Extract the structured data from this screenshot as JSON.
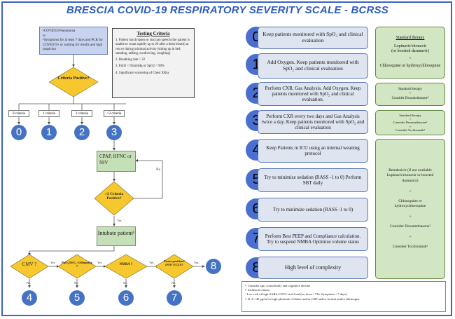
{
  "title": "BRESCIA COVID-19 RESPIRATORY SEVERITY SCALE - BCRSS",
  "covid_box": {
    "line1": "•COVID19 Pneumonia",
    "line2": "or",
    "line3": "•Symptoms for at least 7 days and PCR for COVID19+ or waiting for results and high suspicion"
  },
  "testing_criteria": {
    "heading": "Testing Criteria",
    "items": [
      "1. Patient has dyspnea or staccato speech (the patient is unable to count rapidly up to 20 after a deep breath) at rest or during minimal activity (sitting up in bed, standing, talking, swallowing, coughing)",
      "2. Breathing rate > 22",
      "3. PaO2 < 65mmHg or SpO2 < 90%",
      "4. Significant worsening of Chest XRay"
    ]
  },
  "criteria_diamond": "Criteria Positive?",
  "criteria_counts": [
    "0 criteria",
    "1 criteria",
    "2 criteria",
    ">2 criteria"
  ],
  "cpap_box": "CPAP, HFNC or NIV",
  "no_label": "No",
  "yes_label": "Yes",
  "criteria2_diamond": ">2 Criteria Positive?",
  "intubate_box": "Intubate patient¹",
  "bottom_diamonds": [
    "CMV ?",
    "PaO₂/FiO₂ >150mmHg ?",
    "NMBA ?",
    "Prone position? iNO? ECLS?"
  ],
  "step_boxes": [
    "Keep patients monitored with SpO₂ and clinical evaluation",
    "Add Oxygen. Keep patients monitored with SpO₂ and clinical evaluation",
    "Perform CXR, Gas Analysis. Add Oxygen. Keep patients monitored with SpO₂ and clinical evaluation.",
    "Perform CXR every two days and Gas Analysis twice a day. Keep patients monitored with SpO₂ and clinical evaluation",
    "Keep Patients in ICU using an internal weaning protocol",
    "Try to minimize sedation (RASS -1 to 0) Perform SBT daily",
    "Try to minimize sedation (RASS -1 to 0)",
    "Perform Best PEEP and Compliance calculation. Try to suspend NMBA Optimize volume status",
    "High level of complexity"
  ],
  "therapy": {
    "group1": [
      "Standard therapy",
      "Lopinavir/ritonavir",
      "(or boosted darunavir)",
      "+",
      "Chloroquine or hydroxychloroquine"
    ],
    "group2": [
      "Standard therapy",
      "+",
      "Consider Dexamethasone²"
    ],
    "group3": [
      "Standard therapy",
      "+",
      "Consider Dexamethasone²",
      "+",
      "Consider Tocilizumab³"
    ],
    "group4": [
      "Remdesivir (if not available Lopinavir/ritonavir or boosted darunavir)",
      "+",
      "Chloroquine or hydroxychloroquine",
      "+",
      "Consider Dexamethasone²",
      "+",
      "Consider Tocilizumab³"
    ]
  },
  "notes": [
    "¹: Consider age, comorbidity and cognitive decline",
    "²: Inclusion criteria",
    "- Low risk of high SARS-COV2 viral load (no fever >72h, Symptoms >7 days)",
    "³: IL-6 >40 pg/ml or high plasmatic d-dimer and/or CRP and/or ferritin and/or fibrinogen"
  ]
}
